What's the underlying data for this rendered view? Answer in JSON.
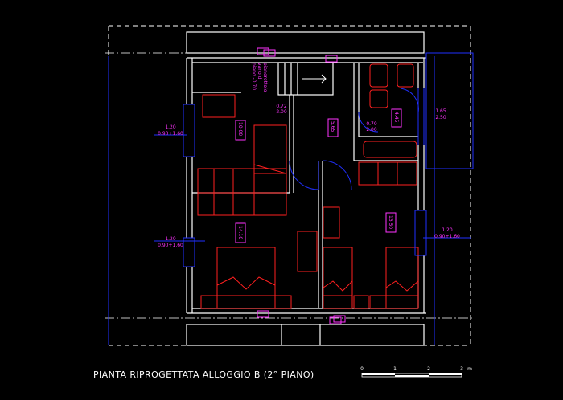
{
  "drawing": {
    "title": "PIANTA RIPROGETTATA ALLOGGIO B (2° PIANO)",
    "scale_ticks": [
      "0",
      "1",
      "2",
      "3"
    ],
    "scale_unit": "m",
    "colors": {
      "background": "#000000",
      "walls": "#ffffff",
      "furniture": "#ff2020",
      "openings": "#2030ff",
      "labels": "#ff33ff",
      "axes": "#ffffff"
    }
  },
  "labels": {
    "window_left_top": [
      "1.20",
      "0.90+1.60"
    ],
    "window_left_bottom": [
      "1.20",
      "0.90+1.60"
    ],
    "window_right_bottom": [
      "1.20",
      "0.90+1.60"
    ],
    "balcony": [
      "1.65",
      "2.50"
    ],
    "door_hall": [
      "0.72",
      "2.00"
    ],
    "door_bath": [
      "0.70",
      "2.00"
    ],
    "stair_note": [
      "piano -0.70",
      "vano di",
      "pianerottolo"
    ],
    "area_bath": "4.45",
    "area_hall": "5.65",
    "area_room_top_left": "10.00",
    "area_room_bottom_left": "14.10",
    "area_room_right": "13.50"
  }
}
